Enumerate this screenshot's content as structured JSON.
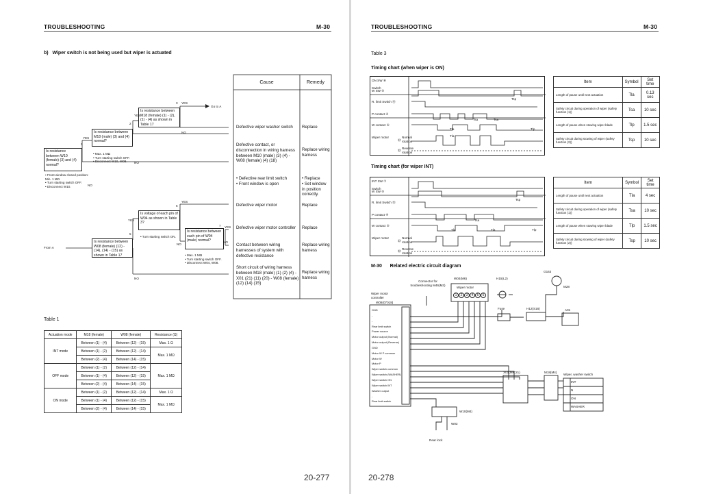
{
  "left_page": {
    "header_title": "TROUBLESHOOTING",
    "header_code": "M-30",
    "section_title": "b)   Wiper switch is not being used but wiper is actuated",
    "cause_col": "Cause",
    "remedy_col": "Remedy",
    "flow": {
      "q1": "Is resistance between W10 (female) (3) and (4) normal?",
      "q1_notes": [
        "• Front window closed position: Min. 1 MΩ",
        "• Turn starting switch OFF.",
        "• Disconnect W10."
      ],
      "q2": "Is resistance between M18 (male) (3) and (4) normal?",
      "q2_notes": [
        "• Max. 1 MΩ",
        "• Turn starting switch OFF.",
        "• Disconnect W10, W08."
      ],
      "q3": "Is resistance between M18 (female) (1) - (2), (1) - (4) as shown in Table 17",
      "q5": "Is resistance between W08 (female) (12) - (14), (14) - (15) as shown in Table 17",
      "q6": "Is voltage of each pin of W04 as shown in Table 3?",
      "q6_notes": [
        "• Turn starting switch ON."
      ],
      "q7": "Is resistance between each pin of W04 (male) normal?",
      "q7_notes": [
        "• Max. 1 MΩ",
        "• Turn starting switch OFF.",
        "• Disconnect W04, W08."
      ],
      "n1": "1",
      "n2": "2",
      "n3": "3",
      "n5": "5",
      "n6": "6",
      "n7": "7",
      "yes": "YES",
      "no": "NO",
      "goto_a": "Go to A",
      "from_a": "From A"
    },
    "causes": [
      "Defective wiper washer switch",
      "Defective contact, or disconnection in wiring harness between M10 (male) (3) (4) - W08 (female) (4) (18)",
      "• Defective rear limit switch\n• Front window is open",
      "Defective wiper motor",
      "Defective wiper motor controller",
      "Contact between wiring harnesses of system with defective resistance",
      "Short circuit of wiring harness between M18 (male) (1) (2) (4) - X01 (21) (11) (20) - W08 (female) (12) (14) (15)"
    ],
    "remedies": [
      "Replace",
      "Replace wiring harness",
      "• Replace\n• Set window in position correctly.",
      "Replace",
      "Replace",
      "Replace wiring harness",
      "Replace wiring harness"
    ],
    "table1": {
      "title": "Table 1",
      "headers": [
        "Actuation mode",
        "M18 (female)",
        "W08 (female)",
        "Resistance (Ω)"
      ],
      "groups": [
        {
          "mode": "INT mode",
          "rows": [
            [
              "Between (1) - (4)",
              "Between (12) - (15)",
              "Max. 1 Ω"
            ],
            [
              "Between (1) - (2)",
              "Between (12) - (14)",
              "Max. 1 MΩ"
            ],
            [
              "Between (2) - (4)",
              "Between (14) - (15)",
              ""
            ]
          ]
        },
        {
          "mode": "OFF mode",
          "rows": [
            [
              "Between (1) - (2)",
              "Between (12) - (14)",
              "Max. 1 MΩ"
            ],
            [
              "Between (1) - (4)",
              "Between (12) - (15)",
              ""
            ],
            [
              "Between (2) - (4)",
              "Between (14) - (15)",
              ""
            ]
          ]
        },
        {
          "mode": "ON mode",
          "rows": [
            [
              "Between (1) - (2)",
              "Between (12) - (14)",
              "Max. 1 Ω"
            ],
            [
              "Between (1) - (4)",
              "Between (12) - (15)",
              "Max. 1 MΩ"
            ],
            [
              "Between (2) - (4)",
              "Between (14) - (15)",
              ""
            ]
          ]
        }
      ]
    },
    "folio": "20-277"
  },
  "right_page": {
    "header_title": "TROUBLESHOOTING",
    "header_code": "M-30",
    "table3_label": "Table 3",
    "chart_on_title": "Timing chart (when wiper is ON)",
    "chart_int_title": "Timing chart (for wiper INT)",
    "chart_on_signals": [
      "ON SW ⑧",
      "W SW ⑨",
      "R. limit Switch ⑪",
      "P contact ④",
      "W contact ⑤"
    ],
    "chart_int_signals": [
      "INT SW ⑦",
      "W SW ⑨",
      "R. limit Switch ⑪",
      "P contact ④",
      "W contact ⑤"
    ],
    "chart_side_labels": {
      "switch": "Switch",
      "wiper_motor": "Wiper motor",
      "on": "ON",
      "off": "OFF",
      "normal_rotation": "Normal rotation",
      "reverse_rotation": "Reverse rotation",
      "p23": "㉓",
      "p22": "㉒"
    },
    "chart_on_marks": {
      "tsp": "Tsp",
      "tsa1": "Tsa",
      "tsa2": "Tsa",
      "tla1": "Tla",
      "tla2": "Tla",
      "tlp": "Tlp"
    },
    "chart_int_marks": {
      "tsp": "Tsp",
      "tsa": "Tsa",
      "tla1": "Tla",
      "tla2": "Tla",
      "tlp": "Tlp"
    },
    "table_on": {
      "headers": [
        "Item",
        "Symbol",
        "Set time"
      ],
      "rows": [
        [
          "Length of pause until next actuation",
          "Tla",
          "0.13 sec"
        ],
        [
          "Safety circuit during operation of wiper (safety function (1))",
          "Tsa",
          "10 sec"
        ],
        [
          "Length of pause when stowing wiper blade",
          "Tlp",
          "1.5 sec"
        ],
        [
          "Safety circuit during stowing of wiper (safety function (2))",
          "Tsp",
          "10 sec"
        ]
      ]
    },
    "table_int": {
      "headers": [
        "Item",
        "Symbol",
        "Set time"
      ],
      "rows": [
        [
          "Length of pause until next actuation",
          "Tla",
          "4 sec"
        ],
        [
          "Safety circuit during operation of wiper (safety function (1))",
          "Tsa",
          "10 sec"
        ],
        [
          "Length of pause when stowing wiper blade",
          "Tlp",
          "1.5 sec"
        ],
        [
          "Safety circuit during stowing of wiper (safety function (2))",
          "Tsp",
          "10 sec"
        ]
      ]
    },
    "circuit": {
      "title": "M-30      Related electric circuit diagram",
      "connector": "Connector for troubleshooting M46(M3)",
      "w04": "W04(M6)",
      "wiper_motor": "Wiper motor",
      "h15": "H15(L2)",
      "g163": "G163",
      "m28": "M28",
      "controller": "Wiper motor controller",
      "w08": "W08(07018)",
      "fuse": "Fuse",
      "h12": "H12(S16)",
      "a01": "A01",
      "x01": "X01(MIC21)",
      "m18": "M18(M4)",
      "washer_switch": "Wiper, washer switch",
      "w10": "W10(M4)",
      "w03": "W03",
      "rear_lock": "Rear lock",
      "pin_labels": [
        "GND",
        "-",
        "-",
        "Rear limit switch",
        "Power source",
        "Motor output (Normal)",
        "Motor output (Reverse)",
        "GND",
        "Motor W P common",
        "Motor W",
        "Motor P",
        "Wiper switch common",
        "Wiper switch (WASHER)",
        "Wiper switch ON",
        "Wiper switch INT",
        "Washer output",
        "-",
        "Rear limit switch"
      ],
      "switch_rows": [
        "INT",
        "N",
        "ON",
        "WASHER"
      ]
    },
    "folio": "20-278"
  }
}
